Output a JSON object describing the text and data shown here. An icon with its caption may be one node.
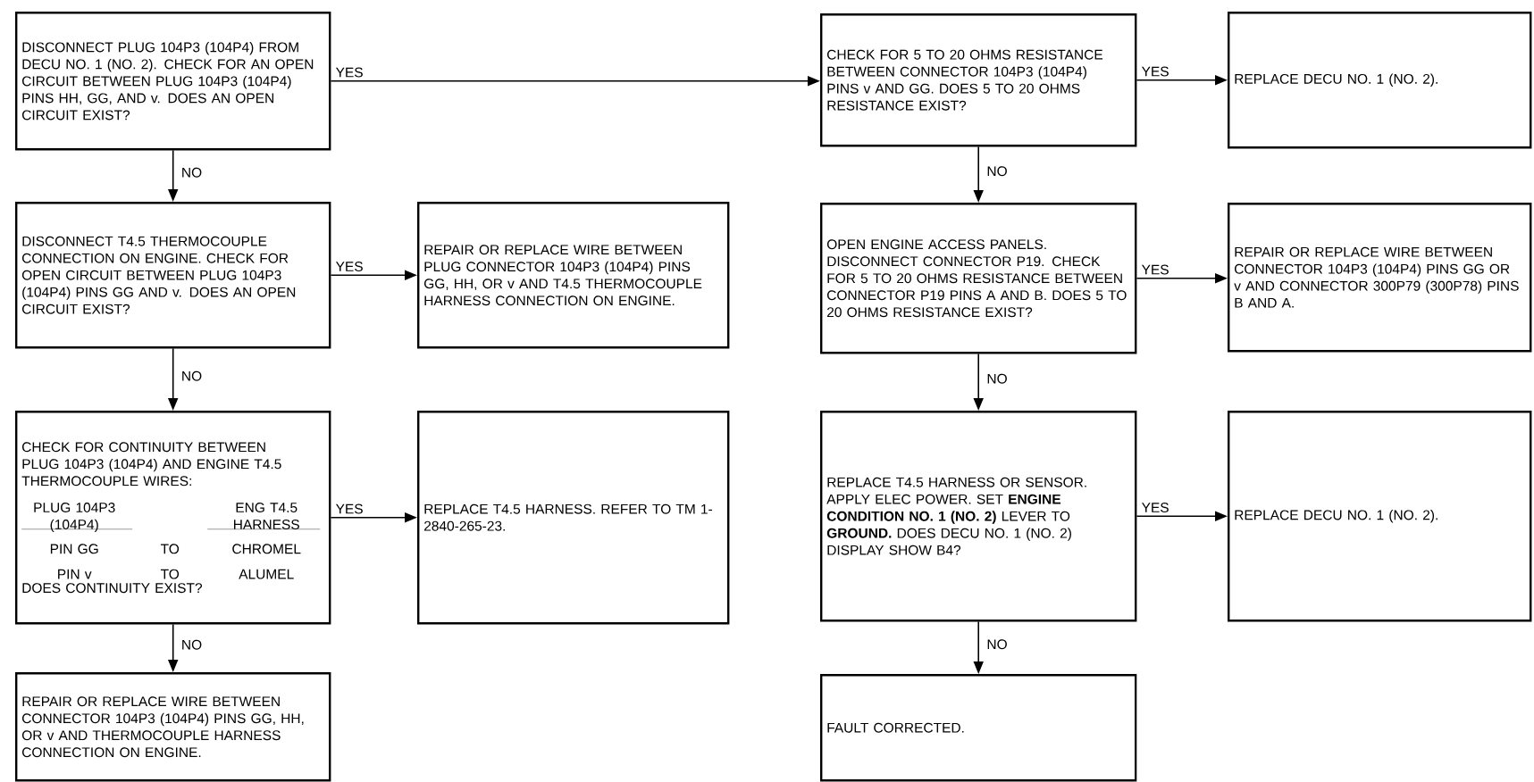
{
  "diagram": {
    "nodes": [
      {
        "text": [
          "DISCONNECT PLUG 104P3 (104P4) FROM DECU NO. 1 (NO. 2). CHECK FOR AN OPEN CIRCUIT BETWEEN PLUG 104P3 (104P4) PINS HH, GG, AND v. DOES AN OPEN CIRCUIT EXIST?"
        ]
      },
      {
        "text": [
          "CHECK FOR 5 TO 20 OHMS RESISTANCE BETWEEN CONNECTOR 104P3 (104P4) PINS v AND GG. DOES 5 TO 20 OHMS RESISTANCE EXIST?"
        ]
      },
      {
        "text": [
          "REPLACE DECU NO. 1 (NO. 2)."
        ]
      },
      {
        "text": [
          "DISCONNECT T4.5 THERMOCOUPLE CONNECTION ON ENGINE. CHECK FOR OPEN CIRCUIT BETWEEN PLUG 104P3 (104P4) PINS GG AND v. DOES AN OPEN CIRCUIT EXIST?"
        ]
      },
      {
        "text": [
          "REPAIR OR REPLACE WIRE BETWEEN PLUG CONNECTOR 104P3 (104P4) PINS GG, HH, OR v AND T4.5 THERMOCOUPLE HARNESS CONNECTION ON ENGINE."
        ]
      },
      {
        "text": [
          "OPEN ENGINE ACCESS PANELS. DISCONNECT CONNECTOR P19. CHECK FOR 5 TO 20 OHMS RESISTANCE BETWEEN CONNECTOR P19 PINS A AND B. DOES 5 TO 20 OHMS RESISTANCE EXIST?"
        ]
      },
      {
        "text": [
          "REPAIR OR REPLACE WIRE BETWEEN CONNECTOR 104P3 (104P4) PINS GG OR v AND CONNECTOR 300P79 (300P78) PINS B AND A."
        ]
      },
      {
        "text": [
          "CHECK FOR CONTINUITY BETWEEN PLUG 104P3 (104P4) AND ENGINE T4.5 THERMOCOUPLE WIRES:",
          "PLUG 104P3 (104P4)",
          "ENG T4.5 HARNESS",
          "PIN GG",
          "TO",
          "CHROMEL",
          "PIN v",
          "TO",
          "ALUMEL",
          "DOES CONTINUITY EXIST?"
        ]
      },
      {
        "text": [
          "REPLACE T4.5 HARNESS. REFER TO TM 1-2840-265-23."
        ]
      },
      {
        "text": [
          "REPLACE T4.5 HARNESS OR SENSOR. APPLY ELEC POWER. SET **ENGINE CONDITION NO. 1 (NO. 2)** LEVER TO **GROUND.** DOES DECU NO. 1 (NO. 2) DISPLAY SHOW B4?"
        ]
      },
      {
        "text": [
          "REPLACE DECU NO. 1 (NO. 2)."
        ]
      },
      {
        "text": [
          "REPAIR OR REPLACE WIRE BETWEEN CONNECTOR 104P3 (104P4) PINS GG, HH, OR v AND THERMOCOUPLE HARNESS CONNECTION ON ENGINE."
        ]
      },
      {
        "text": [
          "FAULT CORRECTED."
        ]
      }
    ],
    "edges": [
      {
        "from": 0,
        "to": 1,
        "arrow": "to",
        "label": "YES"
      },
      {
        "from": 0,
        "to": 3,
        "arrow": "to",
        "label": "NO"
      },
      {
        "from": 1,
        "to": 2,
        "arrow": "to",
        "label": "YES"
      },
      {
        "from": 1,
        "to": 5,
        "arrow": "to",
        "label": "NO"
      },
      {
        "from": 3,
        "to": 4,
        "arrow": "to",
        "label": "YES"
      },
      {
        "from": 3,
        "to": 7,
        "arrow": "to",
        "label": "NO"
      },
      {
        "from": 5,
        "to": 6,
        "arrow": "to",
        "label": "YES"
      },
      {
        "from": 5,
        "to": 9,
        "arrow": "to",
        "label": "NO"
      },
      {
        "from": 7,
        "to": 8,
        "arrow": "to",
        "label": "YES"
      },
      {
        "from": 7,
        "to": 11,
        "arrow": "to",
        "label": "NO"
      },
      {
        "from": 9,
        "to": 10,
        "arrow": "to",
        "label": "YES"
      },
      {
        "from": 9,
        "to": 12,
        "arrow": "to",
        "label": "NO"
      }
    ]
  }
}
